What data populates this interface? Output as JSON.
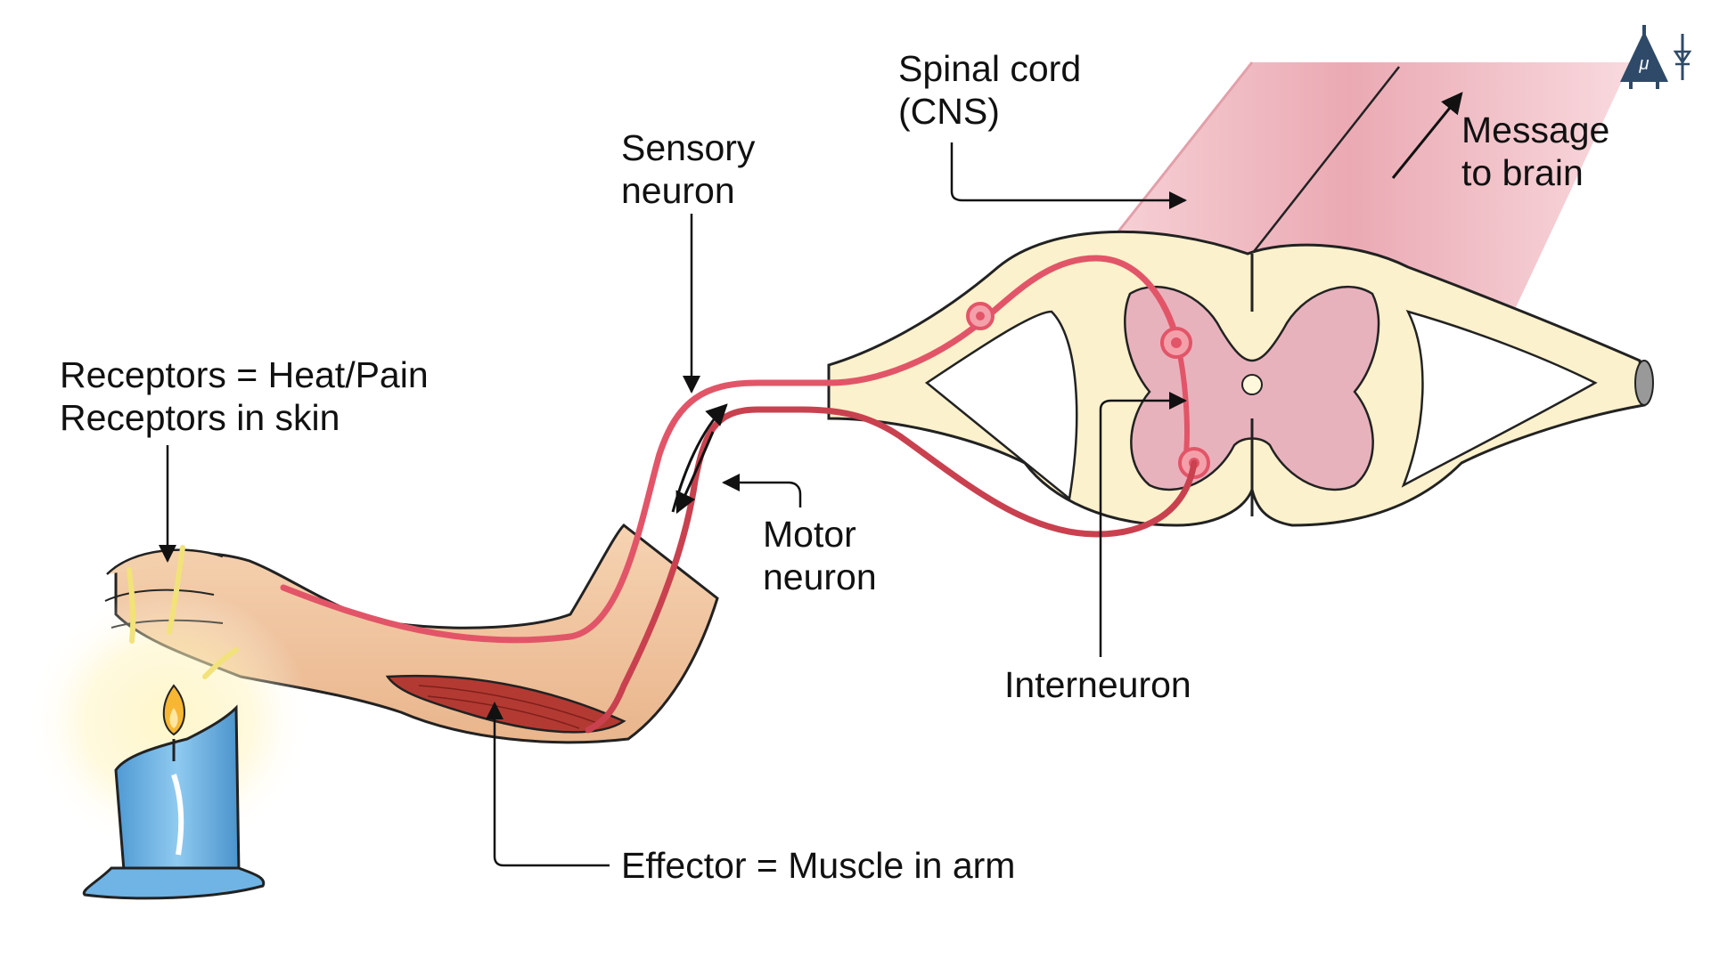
{
  "labels": {
    "spinal_cord": [
      "Spinal cord",
      "(CNS)"
    ],
    "message": [
      "Message",
      "to brain"
    ],
    "sensory": [
      "Sensory",
      "neuron"
    ],
    "receptors": [
      "Receptors = Heat/Pain",
      "Receptors in skin"
    ],
    "motor": [
      "Motor",
      "neuron"
    ],
    "interneuron": "Interneuron",
    "effector": "Effector = Muscle in arm"
  },
  "logo": {
    "letter": "μ"
  },
  "colors": {
    "neuron": "#e25568",
    "neuron_dark": "#c9414f",
    "white_matter": "#fbf1cc",
    "grey_matter": "#e8b2bd",
    "cord_tube": "#efbcc4",
    "skin": "#f2c7a0",
    "muscle": "#b33a32",
    "candle": "#6fb4e4",
    "flame": "#f7b733",
    "glow": "#fff2b0",
    "logo": "#2f4a68"
  }
}
